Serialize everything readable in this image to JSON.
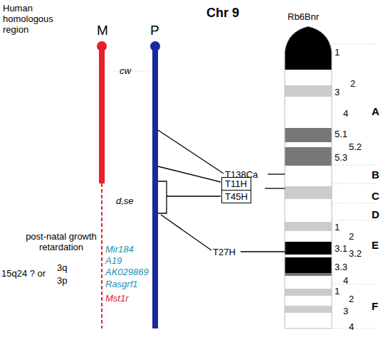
{
  "diagram": {
    "title": "Chr 9",
    "nodes": [
      {
        "text": [
          "T11H",
          "T45H"
        ]
      }
    ],
    "labels": [
      "Human homologous region",
      "M",
      "P",
      "cw",
      "d,se",
      "Rb6Bnr",
      "T138Ca",
      "T27H",
      "1",
      "2",
      "3",
      "4",
      "5.1",
      "5.2",
      "5.3",
      "A",
      "B",
      "C",
      "D",
      "1",
      "2",
      "3.1",
      "3.2",
      "3.3",
      "4",
      "E",
      "1",
      "2",
      "3",
      "4",
      "F",
      "post-natal growth retardation",
      "Mir184",
      "A19",
      "AK029869",
      "Rasgrf1",
      "Mst1r",
      "15q24 ? or",
      "3q",
      "3p"
    ]
  }
}
